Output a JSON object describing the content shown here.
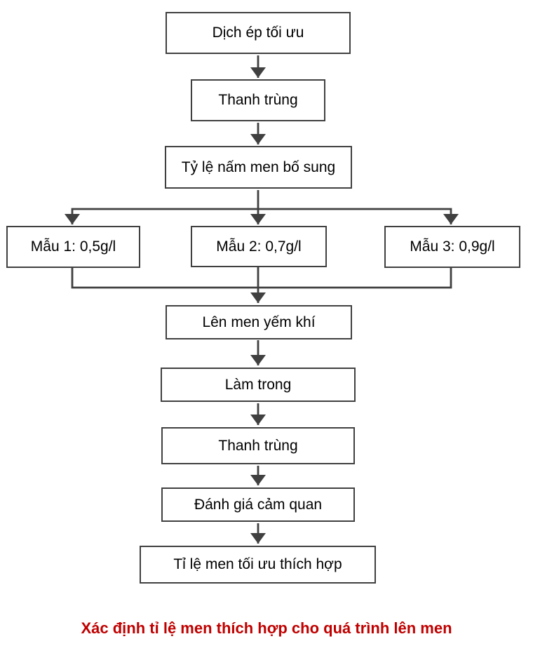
{
  "diagram": {
    "nodes": [
      {
        "label": "Dịch ép tối ưu"
      },
      {
        "label": "Thanh trùng"
      },
      {
        "label": "Tỷ lệ nấm men bố sung"
      },
      {
        "label": "Mẫu 1: 0,5g/l"
      },
      {
        "label": "Mẫu 2: 0,7g/l"
      },
      {
        "label": "Mẫu 3: 0,9g/l"
      },
      {
        "label": "Lên men yếm khí"
      },
      {
        "label": "Làm trong"
      },
      {
        "label": "Thanh trùng"
      },
      {
        "label": "Đánh giá cảm quan"
      },
      {
        "label": "Tỉ lệ men tối ưu thích hợp"
      }
    ],
    "caption": "Xác định tỉ lệ men thích hợp cho quá trình lên men",
    "colors": {
      "line": "#404040",
      "box_border": "#404040",
      "text": "#000000",
      "caption_red": "#c00000",
      "background": "#ffffff"
    }
  }
}
